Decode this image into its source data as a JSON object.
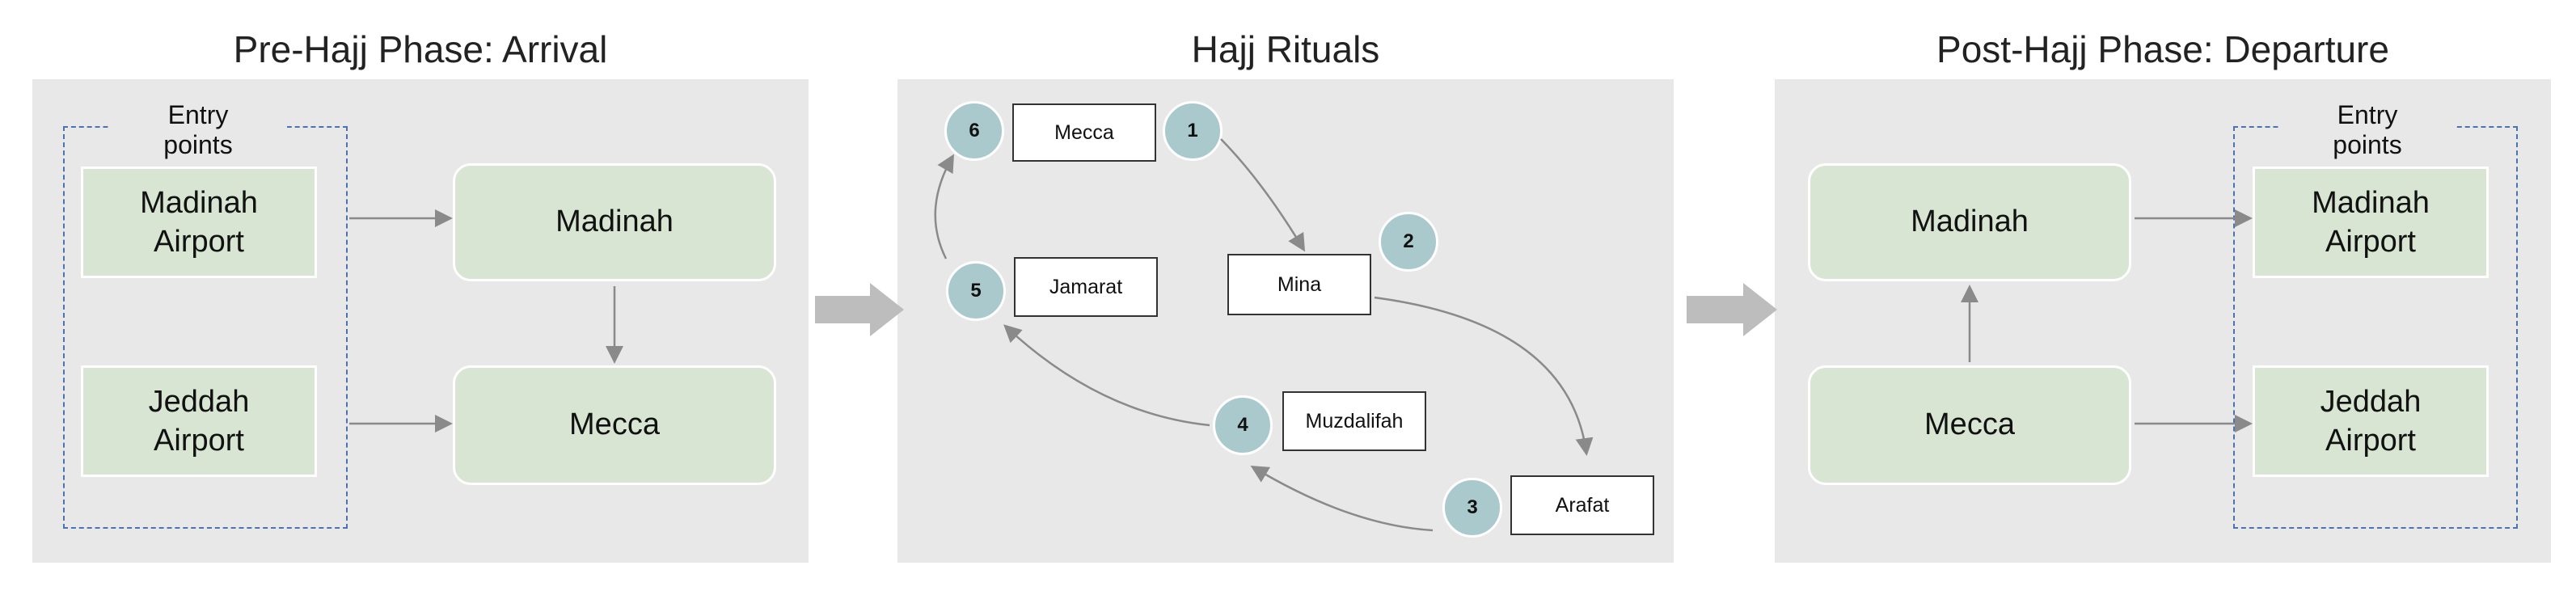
{
  "panels": {
    "pre": {
      "title": "Pre-Hajj Phase: Arrival",
      "entry_label": "Entry\npoints",
      "airport_top": "Madinah\nAirport",
      "airport_bottom": "Jeddah\nAirport",
      "city_top": "Madinah",
      "city_bottom": "Mecca"
    },
    "rituals": {
      "title": "Hajj Rituals",
      "steps": [
        {
          "number": "1",
          "place": "Mecca"
        },
        {
          "number": "2",
          "place": "Mina"
        },
        {
          "number": "3",
          "place": "Arafat"
        },
        {
          "number": "4",
          "place": "Muzdalifah"
        },
        {
          "number": "5",
          "place": "Jamarat"
        },
        {
          "number": "6",
          "place": "Mecca"
        }
      ]
    },
    "post": {
      "title": "Post-Hajj Phase: Departure",
      "entry_label": "Entry\npoints",
      "city_top": "Madinah",
      "city_bottom": "Mecca",
      "airport_top": "Madinah\nAirport",
      "airport_bottom": "Jeddah\nAirport"
    }
  },
  "colors": {
    "panel_bg": "#e8e8e8",
    "box_green": "#d8e5d3",
    "circle": "#a9c9cd",
    "dashed": "#4a73b0",
    "arrow": "#8a8a8a",
    "big_arrow": "#bdbdbd"
  }
}
